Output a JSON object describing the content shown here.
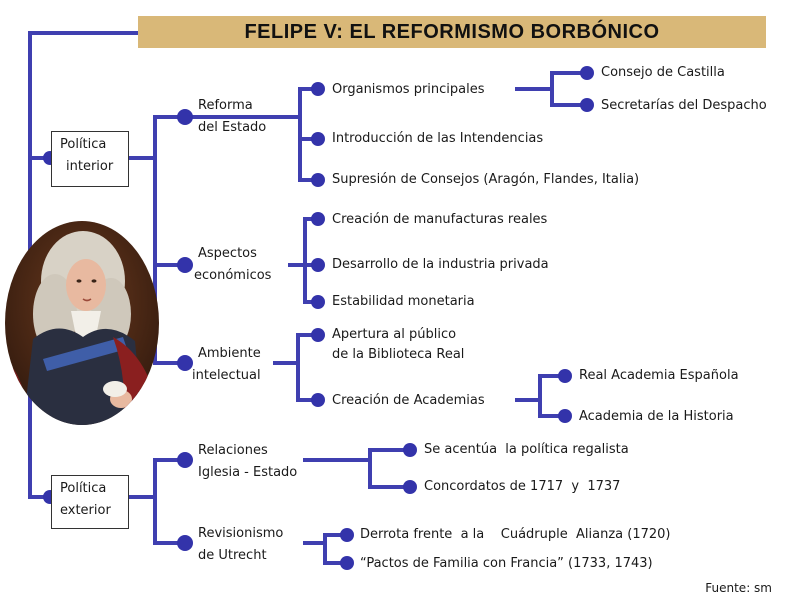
{
  "title": "FELIPE V: EL REFORMISMO  BORBÓNICO",
  "source": "Fuente: sm",
  "colors": {
    "line": "#3f3fb0",
    "node": "#3333aa",
    "title_bg": "#d9b878"
  },
  "portrait_icon": "portrait-felipe-v",
  "interior": {
    "box": [
      "Política",
      "interior"
    ],
    "reforma": {
      "label": [
        "Reforma",
        "del Estado"
      ],
      "organismos": "Organismos principales",
      "consejo_castilla": "Consejo de Castilla",
      "secretarias": "Secretarías del Despacho",
      "intendencias": "Introducción de las Intendencias",
      "supresion": "Supresión de Consejos (Aragón, Flandes, Italia)"
    },
    "economicos": {
      "label": [
        "Aspectos",
        "económicos"
      ],
      "manufacturas": "Creación de manufacturas  reales",
      "industria": "Desarrollo de la industria privada",
      "estabilidad": "Estabilidad monetaria"
    },
    "intelectual": {
      "label": [
        "Ambiente",
        "intelectual"
      ],
      "apertura": [
        "Apertura al público",
        "de la Biblioteca Real"
      ],
      "academias": "Creación de Academias",
      "rae": "Real Academia Española",
      "historia": "Academia de la Historia"
    }
  },
  "exterior": {
    "box": [
      "Política",
      "exterior"
    ],
    "iglesia": {
      "label": [
        "Relaciones",
        "Iglesia   - Estado"
      ],
      "regalista": "Se acentúa  la política regalista",
      "concordatos": "Concordatos de 1717  y  1737"
    },
    "utrecht": {
      "label": [
        "Revisionismo",
        "de Utrecht"
      ],
      "derrota": "Derrota frente  a la    Cuádruple  Alianza (1720)",
      "pactos": "“Pactos de Familia con Francia” (1733, 1743)"
    }
  }
}
